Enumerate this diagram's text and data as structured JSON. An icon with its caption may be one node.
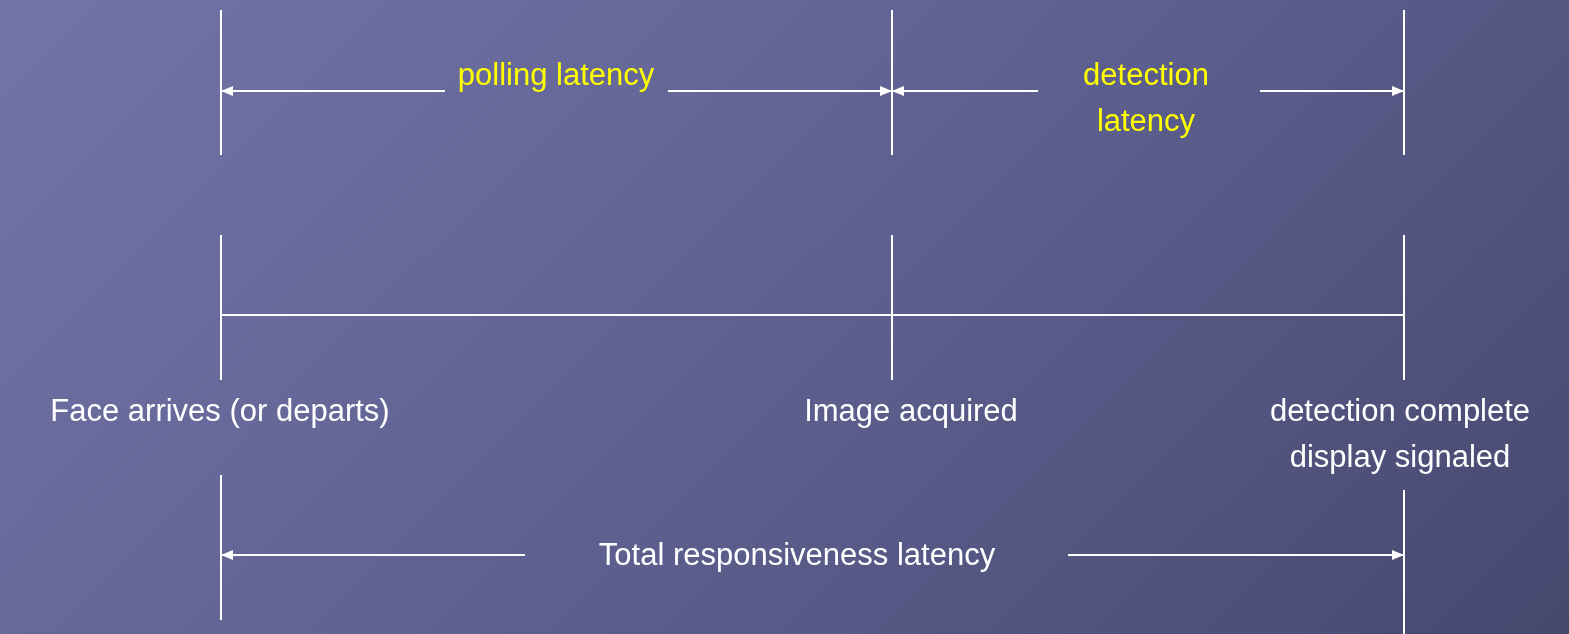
{
  "diagram": {
    "labels": [
      "polling latency",
      "detection latency",
      "Face arrives (or departs)",
      "Image acquired",
      "detection complete display signaled",
      "Total responsiveness latency"
    ]
  }
}
